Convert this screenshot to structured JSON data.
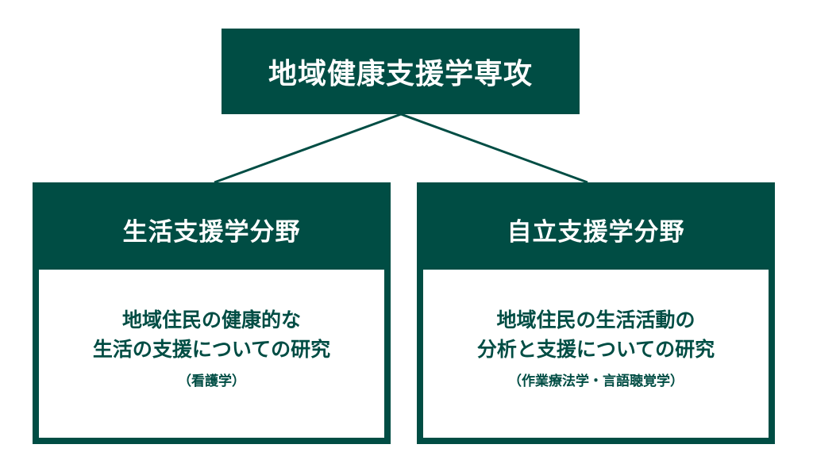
{
  "top": {
    "title": "地域健康支援学専攻"
  },
  "branches": [
    {
      "title": "生活支援学分野",
      "lines": [
        "地域住民の健康的な",
        "生活の支援についての研究"
      ],
      "note": "（看護学）"
    },
    {
      "title": "自立支援学分野",
      "lines": [
        "地域住民の生活活動の",
        "分析と支援についての研究"
      ],
      "note": "（作業療法学・言語聴覚学）"
    }
  ],
  "colors": {
    "primary": "#004d44",
    "background": "#ffffff"
  }
}
